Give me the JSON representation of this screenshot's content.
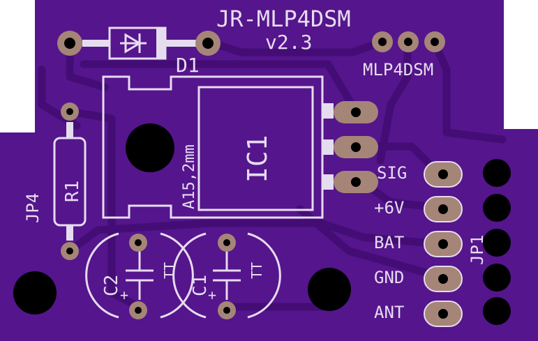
{
  "board": {
    "title": "JR-MLP4DSM",
    "version": "v2.3",
    "header_label": "MLP4DSM"
  },
  "parts": {
    "diode": "D1",
    "regulator": "IC1",
    "regulator_note": "A15,2mm",
    "resistor": "R1",
    "jumper_left": "JP4",
    "jumper_right": "JP1",
    "cap_c2": "C2",
    "cap_c1": "C1",
    "cap_c2_marking": "TT",
    "cap_c1_marking": "TT",
    "cap_c2_plus": "+",
    "cap_c1_plus": "+"
  },
  "pins": [
    "SIG",
    "+6V",
    "BAT",
    "GND",
    "ANT"
  ],
  "colors": {
    "board": "#55158c",
    "trace": "#3b0a6a",
    "silkscreen": "#e6dcf0",
    "pad": "#a58577",
    "drill": "#000000",
    "background": "#ffffff"
  }
}
